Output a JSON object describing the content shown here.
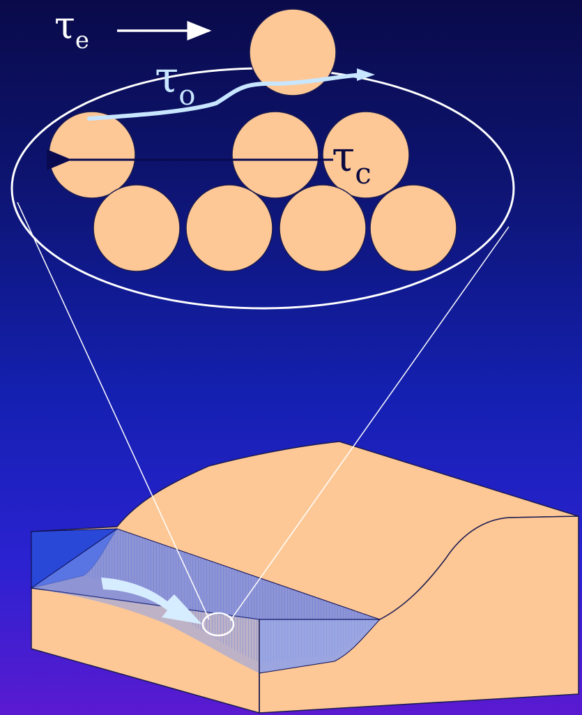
{
  "labels": {
    "tau_e": {
      "symbol": "τ",
      "subscript": "e"
    },
    "tau_o": {
      "symbol": "τ",
      "subscript": "o"
    },
    "tau_c": {
      "symbol": "τ",
      "subscript": "c"
    }
  },
  "colors": {
    "grain": "#fdc896",
    "grain_stroke": "#1a1a50",
    "terrain": "#fdc896",
    "water": "#5a78e0",
    "flow_arrow": "#c8e6ff",
    "outline_white": "#ffffff",
    "navy": "#0a0a50"
  }
}
